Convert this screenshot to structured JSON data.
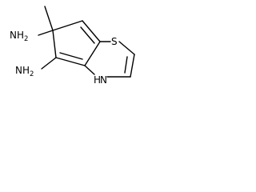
{
  "structure": {
    "atoms": {
      "s_label": "S",
      "nh_label_n": "N",
      "nh_label_h": "H",
      "amine_top": {
        "n": "N",
        "h": "H",
        "sub": "2"
      },
      "amine_bottom": {
        "n": "N",
        "h": "H",
        "sub": "2"
      }
    }
  }
}
